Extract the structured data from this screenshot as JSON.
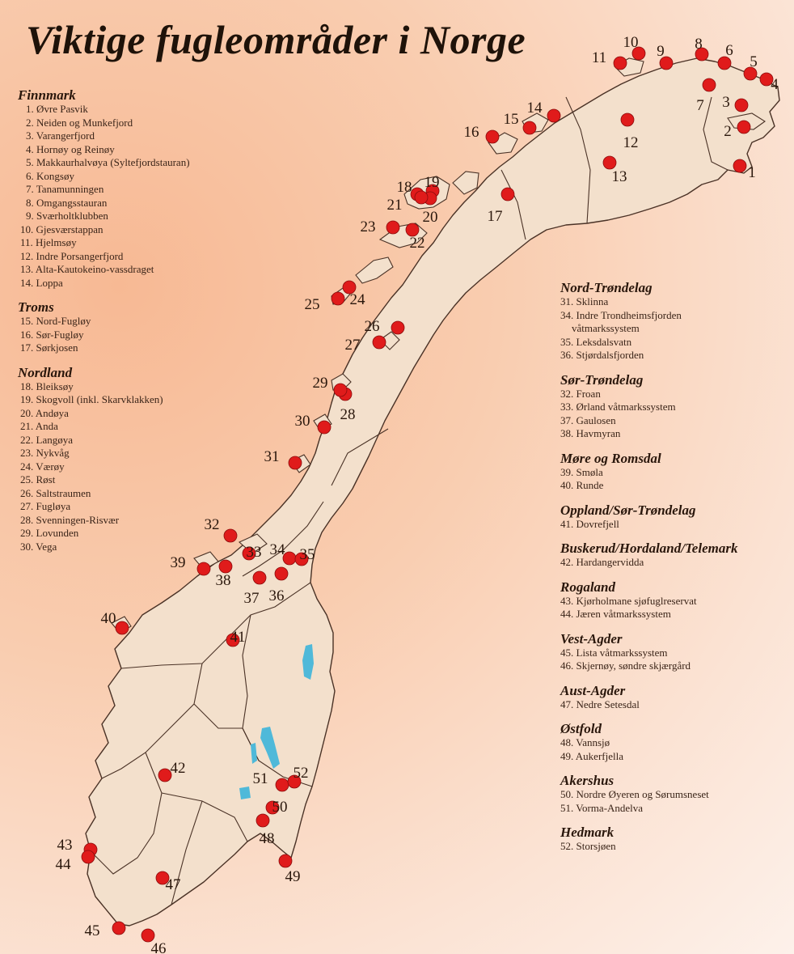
{
  "title": "Viktige fugleområder i Norge",
  "colors": {
    "marker": "#e01b1b",
    "land": "#f3e0cc",
    "lake": "#4fb9d9",
    "outline": "#4a3226"
  },
  "legend_left": [
    {
      "region": "Finnmark",
      "sites": [
        "1. Øvre Pasvik",
        "2. Neiden og Munkefjord",
        "3. Varangerfjord",
        "4. Hornøy og Reinøy",
        "5. Makkaurhalvøya (Syltefjordstauran)",
        "6. Kongsøy",
        "7. Tanamunningen",
        "8. Omgangsstauran",
        "9. Sværholtklubben",
        "10. Gjesværstappan",
        "11. Hjelmsøy",
        "12. Indre Porsangerfjord",
        "13. Alta-Kautokeino-vassdraget",
        "14. Loppa"
      ]
    },
    {
      "region": "Troms",
      "sites": [
        "15. Nord-Fugløy",
        "16. Sør-Fugløy",
        "17. Sørkjosen"
      ]
    },
    {
      "region": "Nordland",
      "sites": [
        "18. Bleiksøy",
        "19. Skogvoll (inkl. Skarvklakken)",
        "20. Andøya",
        "21. Anda",
        "22. Langøya",
        "23. Nykvåg",
        "24. Værøy",
        "25. Røst",
        "26. Saltstraumen",
        "27. Fugløya",
        "28. Svenningen-Risvær",
        "29. Lovunden",
        "30. Vega"
      ]
    }
  ],
  "legend_right": [
    {
      "region": "Nord-Trøndelag",
      "sites": [
        "31. Sklinna",
        "34. Indre Trondheimsfjorden",
        "våtmarkssystem",
        "35. Leksdalsvatn",
        "36. Stjørdalsfjorden"
      ]
    },
    {
      "region": "Sør-Trøndelag",
      "sites": [
        "32. Froan",
        "33. Ørland våtmarkssystem",
        "37. Gaulosen",
        "38. Havmyran"
      ]
    },
    {
      "region": "Møre og Romsdal",
      "sites": [
        "39. Smøla",
        "40. Runde"
      ]
    },
    {
      "region": "Oppland/Sør-Trøndelag",
      "sites": [
        "41. Dovrefjell"
      ]
    },
    {
      "region": "Buskerud/Hordaland/Telemark",
      "sites": [
        "42. Hardangervidda"
      ]
    },
    {
      "region": "Rogaland",
      "sites": [
        "43. Kjørholmane sjøfuglreservat",
        "44. Jæren våtmarkssystem"
      ]
    },
    {
      "region": "Vest-Agder",
      "sites": [
        "45. Lista våtmarkssystem",
        "46. Skjernøy, søndre skjærgård"
      ]
    },
    {
      "region": "Aust-Agder",
      "sites": [
        "47. Nedre Setesdal"
      ]
    },
    {
      "region": "Østfold",
      "sites": [
        "48. Vannsjø",
        "49. Aukerfjella"
      ]
    },
    {
      "region": "Akershus",
      "sites": [
        "50. Nordre Øyeren og Sørumsneset",
        "51. Vorma-Andelva"
      ]
    },
    {
      "region": "Hedmark",
      "sites": [
        "52. Storsjøen"
      ]
    }
  ],
  "markers": [
    {
      "label": "1"
    },
    {
      "label": "2"
    },
    {
      "label": "3"
    },
    {
      "label": "4"
    },
    {
      "label": "5"
    },
    {
      "label": "6"
    },
    {
      "label": "7"
    },
    {
      "label": "8"
    },
    {
      "label": "9"
    },
    {
      "label": "10"
    },
    {
      "label": "11"
    },
    {
      "label": "12"
    },
    {
      "label": "13"
    },
    {
      "label": "14"
    },
    {
      "label": "15"
    },
    {
      "label": "16"
    },
    {
      "label": "17"
    },
    {
      "label": "18"
    },
    {
      "label": "19"
    },
    {
      "label": "20"
    },
    {
      "label": "21"
    },
    {
      "label": "22"
    },
    {
      "label": "23"
    },
    {
      "label": "24"
    },
    {
      "label": "25"
    },
    {
      "label": "26"
    },
    {
      "label": "27"
    },
    {
      "label": "28"
    },
    {
      "label": "29"
    },
    {
      "label": "30"
    },
    {
      "label": "31"
    },
    {
      "label": "32"
    },
    {
      "label": "33"
    },
    {
      "label": "34"
    },
    {
      "label": "35"
    },
    {
      "label": "36"
    },
    {
      "label": "37"
    },
    {
      "label": "38"
    },
    {
      "label": "39"
    },
    {
      "label": "40"
    },
    {
      "label": "41"
    },
    {
      "label": "42"
    },
    {
      "label": "43"
    },
    {
      "label": "44"
    },
    {
      "label": "45"
    },
    {
      "label": "46"
    },
    {
      "label": "47"
    },
    {
      "label": "48"
    },
    {
      "label": "49"
    },
    {
      "label": "50"
    },
    {
      "label": "51"
    },
    {
      "label": "52"
    }
  ]
}
